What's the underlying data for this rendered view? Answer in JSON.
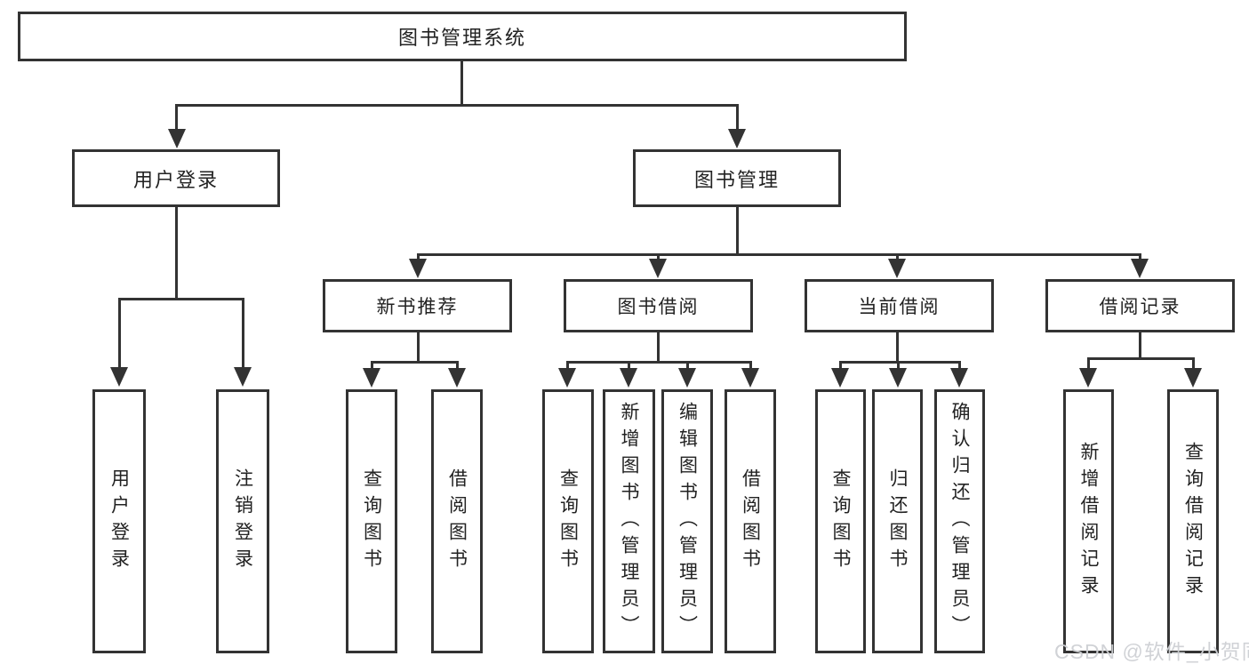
{
  "nodes": {
    "root": {
      "label": "图书管理系统"
    },
    "level2": [
      {
        "id": "user-login",
        "label": "用户登录"
      },
      {
        "id": "book-management",
        "label": "图书管理"
      }
    ],
    "level3": [
      {
        "id": "new-book-recommend",
        "label": "新书推荐"
      },
      {
        "id": "book-borrowing",
        "label": "图书借阅"
      },
      {
        "id": "current-borrowing",
        "label": "当前借阅"
      },
      {
        "id": "borrowing-records",
        "label": "借阅记录"
      }
    ],
    "leaves": {
      "user_login": [
        {
          "label": "用户登录"
        },
        {
          "label": "注销登录"
        }
      ],
      "new_book_recommend": [
        {
          "label": "查询图书"
        },
        {
          "label": "借阅图书"
        }
      ],
      "book_borrowing": [
        {
          "label": "查询图书"
        },
        {
          "label": "新增图书（管理员）"
        },
        {
          "label": "编辑图书（管理员）"
        },
        {
          "label": "借阅图书"
        }
      ],
      "current_borrowing": [
        {
          "label": "查询图书"
        },
        {
          "label": "归还图书"
        },
        {
          "label": "确认归还（管理员）"
        }
      ],
      "borrowing_records": [
        {
          "label": "新增借阅记录"
        },
        {
          "label": "查询借阅记录"
        }
      ]
    }
  },
  "watermark": "CSDN @软件_小贺同学",
  "colors": {
    "line": "#333333",
    "text": "#222222",
    "background": "#ffffff",
    "watermark": "#ced0d4"
  }
}
